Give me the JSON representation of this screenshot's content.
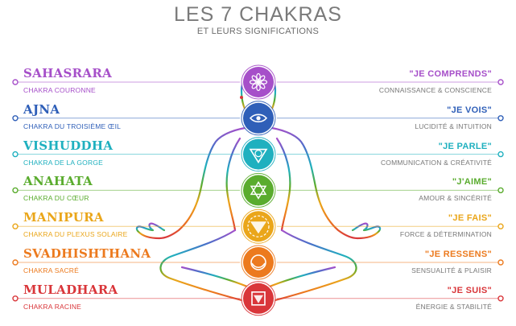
{
  "header": {
    "title": "LES 7 CHAKRAS",
    "subtitle": "ET LEURS SIGNIFICATIONS"
  },
  "chakras": [
    {
      "name": "SAHASRARA",
      "subtitle": "CHAKRA COURONNE",
      "mantra": "\"JE COMPRENDS\"",
      "meaning": "CONNAISSANCE & CONSCIENCE",
      "color": "#a64fc9",
      "icon": "crown-chakra-icon"
    },
    {
      "name": "AJNA",
      "subtitle": "CHAKRA DU TROISIÈME ŒIL",
      "mantra": "\"JE VOIS\"",
      "meaning": "LUCIDITÉ & INTUITION",
      "color": "#2f5fb8",
      "icon": "third-eye-chakra-icon"
    },
    {
      "name": "VISHUDDHA",
      "subtitle": "CHAKRA DE LA GORGE",
      "mantra": "\"JE PARLE\"",
      "meaning": "COMMUNICATION & CRÉATIVITÉ",
      "color": "#1fb0bf",
      "icon": "throat-chakra-icon"
    },
    {
      "name": "ANAHATA",
      "subtitle": "CHAKRA DU CŒUR",
      "mantra": "\"J'AIME\"",
      "meaning": "AMOUR & SINCÉRITÉ",
      "color": "#5aac2e",
      "icon": "heart-chakra-icon"
    },
    {
      "name": "MANIPURA",
      "subtitle": "CHAKRA DU PLEXUS SOLAIRE",
      "mantra": "\"JE FAIS\"",
      "meaning": "FORCE & DÉTERMINATION",
      "color": "#eaa61a",
      "icon": "solar-plexus-chakra-icon"
    },
    {
      "name": "SVADHISHTHANA",
      "subtitle": "CHAKRA SACRÉ",
      "mantra": "\"JE RESSENS\"",
      "meaning": "SENSUALITÉ & PLAISIR",
      "color": "#ec7a1e",
      "icon": "sacral-chakra-icon"
    },
    {
      "name": "MULADHARA",
      "subtitle": "CHAKRA RACINE",
      "mantra": "\"JE SUIS\"",
      "meaning": "ÉNERGIE & STABILITÉ",
      "color": "#d9363a",
      "icon": "root-chakra-icon"
    }
  ]
}
